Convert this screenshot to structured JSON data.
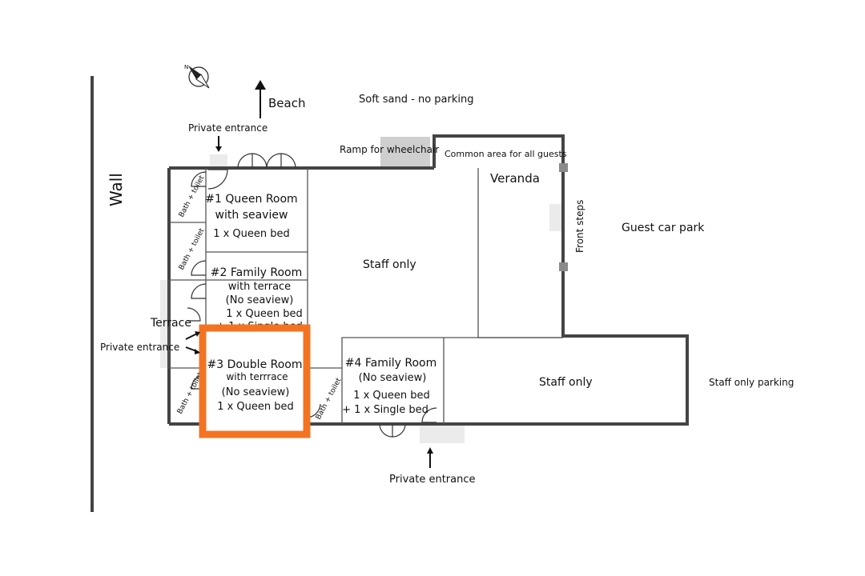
{
  "labels": {
    "wall": "Wall",
    "beach": "Beach",
    "soft_sand": "Soft sand - no parking",
    "private_entrance_top": "Private entrance",
    "ramp": "Ramp for wheelchair",
    "common_area": "Common area for all guests",
    "veranda": "Veranda",
    "front_steps": "Front steps",
    "guest_car_park": "Guest car park",
    "staff_only_top": "Staff only",
    "staff_only_bottom": "Staff only",
    "staff_only_parking": "Staff only parking",
    "terrace": "Terrace",
    "private_entrance_left": "Private entrance",
    "private_entrance_bottom": "Private entrance",
    "compass": "N"
  },
  "bath_label": "Bath + toilet",
  "rooms": [
    {
      "id": "room-1",
      "lines": [
        "#1 Queen Room",
        "with seaview",
        "1 x Queen bed"
      ]
    },
    {
      "id": "room-2",
      "lines": [
        "#2 Family Room",
        "with terrace",
        "(No seaview)",
        "1 x Queen bed",
        "+ 1 x Single bed"
      ]
    },
    {
      "id": "room-3",
      "lines": [
        "#3 Double Room",
        "with terrrace",
        "(No seaview)",
        "1 x Queen bed"
      ],
      "highlighted": true
    },
    {
      "id": "room-4",
      "lines": [
        "#4 Family Room",
        "(No seaview)",
        "1 x Queen bed",
        "+ 1 x Single bed"
      ]
    }
  ],
  "colors": {
    "highlight": "#f47321",
    "walls": "#444444",
    "pads": "#ebebeb",
    "ramp": "#cfcfcf"
  }
}
